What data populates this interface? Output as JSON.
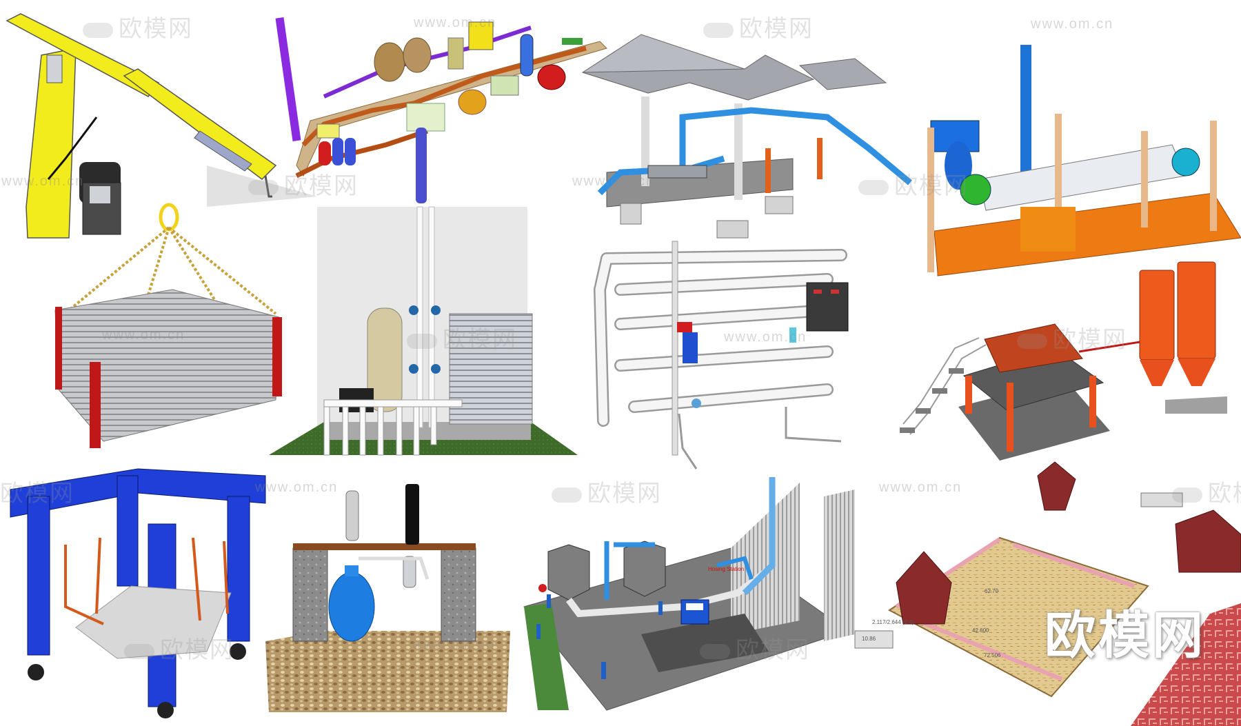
{
  "watermarks": {
    "brand_text": "欧模网",
    "url_text": "www.om.cn",
    "corner_brand": "欧模网"
  },
  "annotations": {
    "hosing_station": "Hosing Station",
    "dim_1": "2.117/2.644 (2.4)",
    "dim_2": "10.86",
    "dim_3": "72.506",
    "dim_4": "62.70",
    "dim_5": "42.600"
  },
  "colors": {
    "yellow": "#f3ec1c",
    "blue": "#1f3fd8",
    "pipe_blue": "#2f8fe0",
    "orange": "#ef6a12",
    "gray_roof": "#a7a9b0",
    "wood": "#c98a3b",
    "red": "#d11d1d",
    "maroon": "#8b2a2a"
  }
}
